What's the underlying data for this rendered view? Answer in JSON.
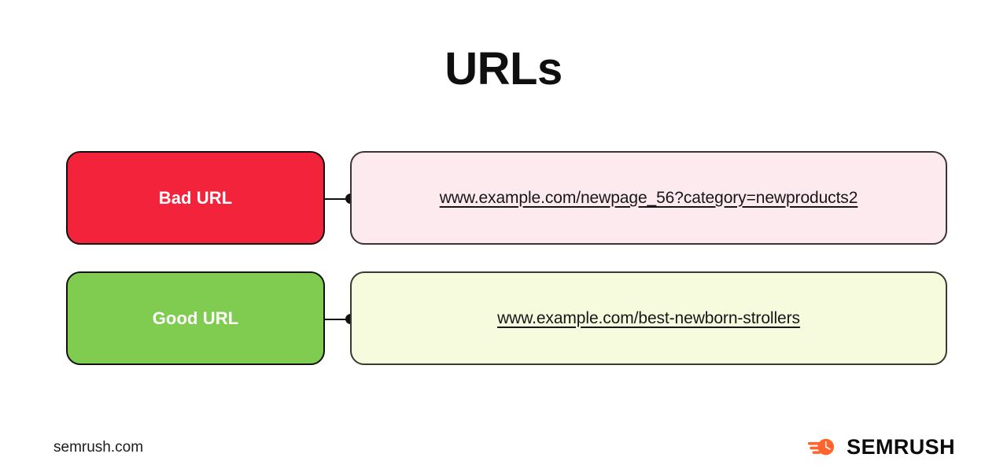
{
  "page": {
    "title": "URLs",
    "background": "#ffffff"
  },
  "rows": [
    {
      "id": "bad",
      "label": "Bad URL",
      "label_color": "#F4233C",
      "panel_color": "#FCEAEE",
      "url": "www.example.com/newpage_56?category=newproducts2"
    },
    {
      "id": "good",
      "label": "Good URL",
      "label_color": "#7FCC51",
      "panel_color": "#F5FBDC",
      "url": "www.example.com/best-newborn-strollers"
    }
  ],
  "footer": {
    "site": "semrush.com",
    "brand_name": "SEMRUSH",
    "brand_icon": "semrush-comet-icon",
    "brand_accent": "#FF642D"
  }
}
